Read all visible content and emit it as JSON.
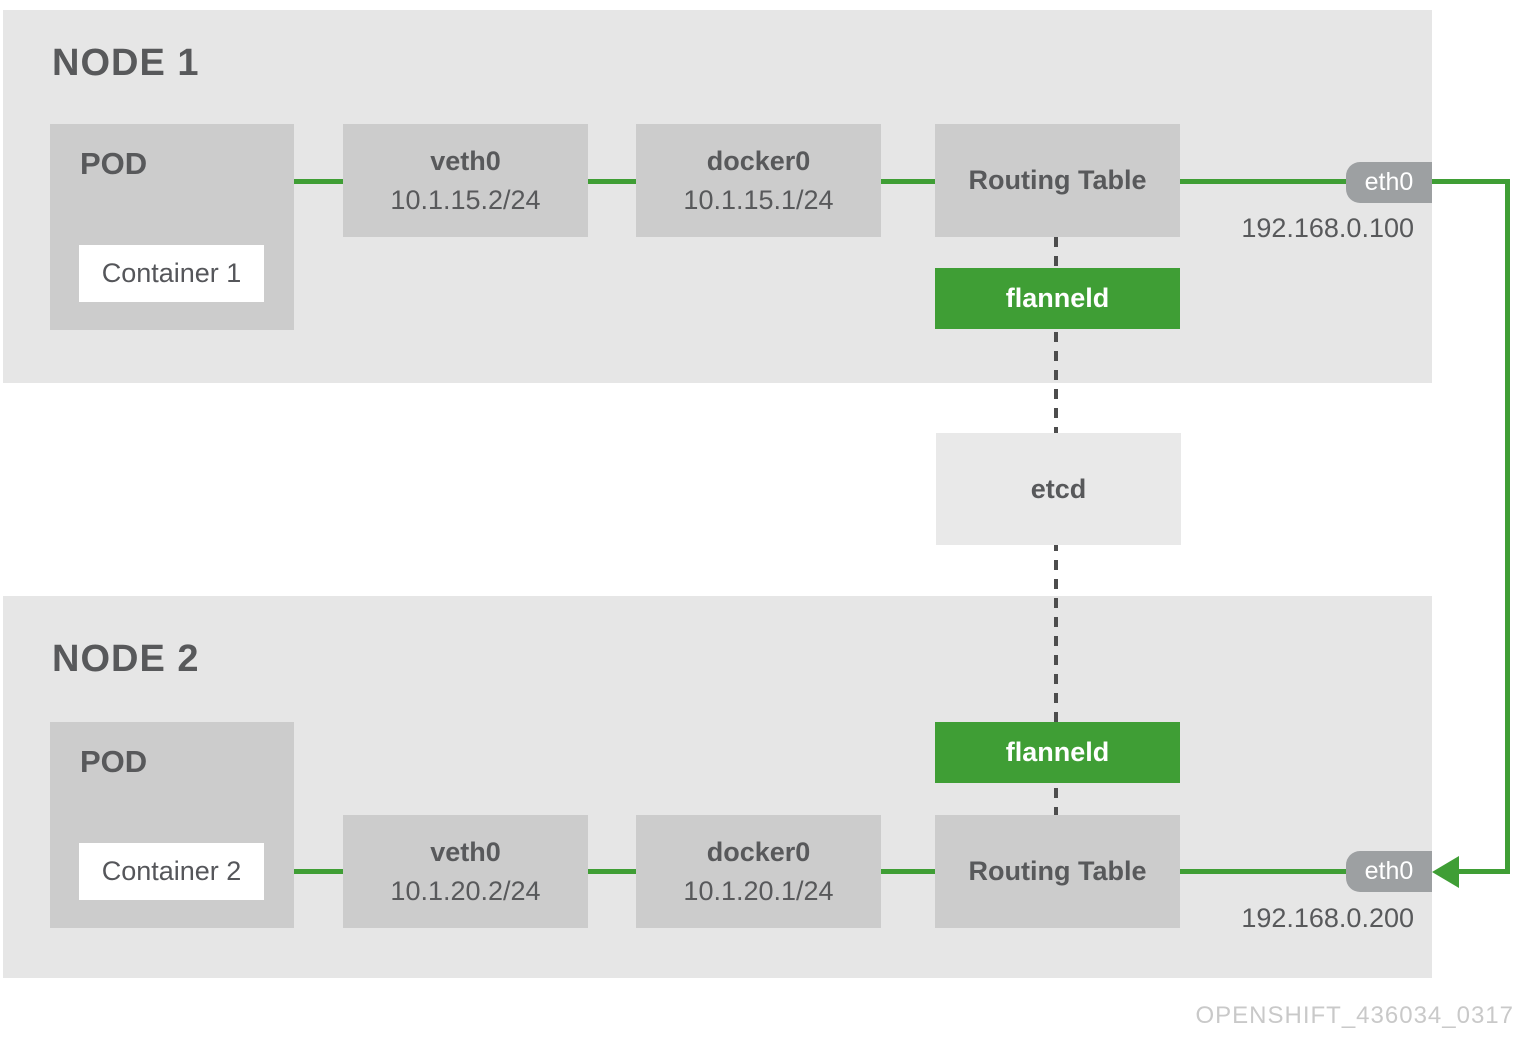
{
  "watermark": "OPENSHIFT_436034_0317",
  "colors": {
    "node_background": "#e6e6e6",
    "box_gray": "#cccccc",
    "etcd_background": "#e9e9e9",
    "green": "#3f9e35",
    "pill_gray": "#9da0a2",
    "text_dark": "#58595b",
    "watermark_gray": "#c9c9c9"
  },
  "etcd": {
    "label": "etcd"
  },
  "node1": {
    "title": "NODE 1",
    "pod_label": "POD",
    "container_label": "Container 1",
    "veth_name": "veth0",
    "veth_ip": "10.1.15.2/24",
    "docker_name": "docker0",
    "docker_ip": "10.1.15.1/24",
    "routing_label": "Routing Table",
    "flanneld_label": "flanneld",
    "eth_label": "eth0",
    "eth_ip": "192.168.0.100"
  },
  "node2": {
    "title": "NODE 2",
    "pod_label": "POD",
    "container_label": "Container 2",
    "veth_name": "veth0",
    "veth_ip": "10.1.20.2/24",
    "docker_name": "docker0",
    "docker_ip": "10.1.20.1/24",
    "routing_label": "Routing Table",
    "flanneld_label": "flanneld",
    "eth_label": "eth0",
    "eth_ip": "192.168.0.200"
  }
}
